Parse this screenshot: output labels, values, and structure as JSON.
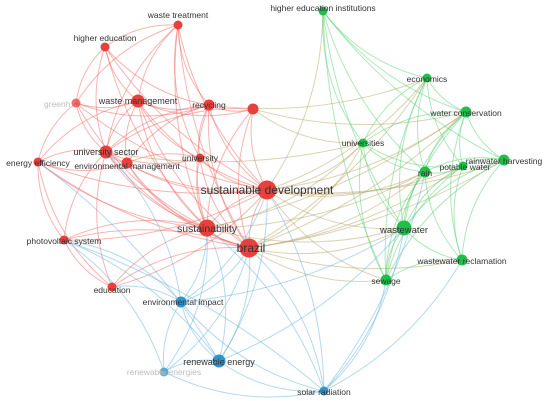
{
  "colors": {
    "red": "#e8403c",
    "green": "#1fbf4a",
    "blue": "#2d95d3",
    "red_link": "#ee6a66",
    "green_link": "#5cd174",
    "blue_link": "#6ab3e0",
    "mixed_link": "#b9a56a"
  },
  "nodes": [
    {
      "id": "waste_treatment",
      "label": "waste treatment",
      "cluster": "red",
      "weight": 1
    },
    {
      "id": "higher_education",
      "label": "higher education",
      "cluster": "red",
      "weight": 1
    },
    {
      "id": "greenhouse",
      "label": "greenh",
      "cluster": "red",
      "weight": 1,
      "faded": true
    },
    {
      "id": "waste_management",
      "label": "waste management",
      "cluster": "red",
      "weight": 3
    },
    {
      "id": "recycling",
      "label": "recycling",
      "cluster": "red",
      "weight": 2
    },
    {
      "id": "red_hub",
      "label": "",
      "cluster": "red",
      "weight": 2
    },
    {
      "id": "university_sector",
      "label": "university sector",
      "cluster": "red",
      "weight": 3
    },
    {
      "id": "university",
      "label": "university",
      "cluster": "red",
      "weight": 1
    },
    {
      "id": "energy_efficiency",
      "label": "energy efficiency",
      "cluster": "red",
      "weight": 1
    },
    {
      "id": "environmental_management",
      "label": "environmental management",
      "cluster": "red",
      "weight": 2
    },
    {
      "id": "sustainable_development",
      "label": "sustainable development",
      "cluster": "red",
      "weight": 6
    },
    {
      "id": "sustainability",
      "label": "sustainability",
      "cluster": "red",
      "weight": 5
    },
    {
      "id": "brazil",
      "label": "brazil",
      "cluster": "red",
      "weight": 6
    },
    {
      "id": "photovoltaic_system",
      "label": "photovoltaic system",
      "cluster": "red",
      "weight": 1
    },
    {
      "id": "education",
      "label": "education",
      "cluster": "red",
      "weight": 1
    },
    {
      "id": "higher_education_institutions",
      "label": "higher education institutions",
      "cluster": "green",
      "weight": 1
    },
    {
      "id": "economics",
      "label": "economics",
      "cluster": "green",
      "weight": 1
    },
    {
      "id": "water_conservation",
      "label": "water conservation",
      "cluster": "green",
      "weight": 2
    },
    {
      "id": "universities",
      "label": "universities",
      "cluster": "green",
      "weight": 1
    },
    {
      "id": "rainwater_harvesting",
      "label": "rainwater harvesting",
      "cluster": "green",
      "weight": 2
    },
    {
      "id": "rain",
      "label": "rain",
      "cluster": "green",
      "weight": 2
    },
    {
      "id": "potable_water",
      "label": "potable water",
      "cluster": "green",
      "weight": 1
    },
    {
      "id": "wastewater",
      "label": "wastewater",
      "cluster": "green",
      "weight": 4
    },
    {
      "id": "wastewater_reclamation",
      "label": "wastewater reclamation",
      "cluster": "green",
      "weight": 2
    },
    {
      "id": "sewage",
      "label": "sewage",
      "cluster": "green",
      "weight": 2
    },
    {
      "id": "environmental_impact",
      "label": "environmental impact",
      "cluster": "blue",
      "weight": 2
    },
    {
      "id": "renewable_energy",
      "label": "renewable energy",
      "cluster": "blue",
      "weight": 3
    },
    {
      "id": "renewable_energies",
      "label": "renewable energies",
      "cluster": "blue",
      "weight": 1,
      "faded": true
    },
    {
      "id": "solar_radiation",
      "label": "solar radiation",
      "cluster": "blue",
      "weight": 1
    }
  ],
  "links": [
    [
      "waste_treatment",
      "higher_education"
    ],
    [
      "waste_treatment",
      "waste_management"
    ],
    [
      "waste_treatment",
      "recycling"
    ],
    [
      "waste_treatment",
      "university_sector"
    ],
    [
      "waste_treatment",
      "sustainable_development"
    ],
    [
      "waste_treatment",
      "sustainability"
    ],
    [
      "waste_treatment",
      "brazil"
    ],
    [
      "waste_treatment",
      "greenhouse"
    ],
    [
      "waste_treatment",
      "university"
    ],
    [
      "higher_education",
      "waste_management"
    ],
    [
      "higher_education",
      "university_sector"
    ],
    [
      "higher_education",
      "sustainability"
    ],
    [
      "higher_education",
      "sustainable_development"
    ],
    [
      "higher_education",
      "recycling"
    ],
    [
      "higher_education",
      "greenhouse"
    ],
    [
      "greenhouse",
      "waste_management"
    ],
    [
      "greenhouse",
      "university_sector"
    ],
    [
      "greenhouse",
      "sustainability"
    ],
    [
      "greenhouse",
      "sustainable_development"
    ],
    [
      "greenhouse",
      "energy_efficiency"
    ],
    [
      "greenhouse",
      "recycling"
    ],
    [
      "waste_management",
      "recycling"
    ],
    [
      "waste_management",
      "university_sector"
    ],
    [
      "waste_management",
      "university"
    ],
    [
      "waste_management",
      "sustainability"
    ],
    [
      "waste_management",
      "sustainable_development"
    ],
    [
      "waste_management",
      "brazil"
    ],
    [
      "waste_management",
      "environmental_management"
    ],
    [
      "waste_management",
      "red_hub"
    ],
    [
      "waste_management",
      "energy_efficiency"
    ],
    [
      "recycling",
      "red_hub"
    ],
    [
      "recycling",
      "university"
    ],
    [
      "recycling",
      "university_sector"
    ],
    [
      "recycling",
      "sustainable_development"
    ],
    [
      "recycling",
      "sustainability"
    ],
    [
      "recycling",
      "brazil"
    ],
    [
      "recycling",
      "environmental_management"
    ],
    [
      "red_hub",
      "sustainable_development"
    ],
    [
      "red_hub",
      "university_sector"
    ],
    [
      "red_hub",
      "brazil"
    ],
    [
      "red_hub",
      "sustainability"
    ],
    [
      "university_sector",
      "university"
    ],
    [
      "university_sector",
      "energy_efficiency"
    ],
    [
      "university_sector",
      "environmental_management"
    ],
    [
      "university_sector",
      "sustainability"
    ],
    [
      "university_sector",
      "sustainable_development"
    ],
    [
      "university_sector",
      "brazil"
    ],
    [
      "university_sector",
      "photovoltaic_system"
    ],
    [
      "university_sector",
      "education"
    ],
    [
      "university",
      "sustainable_development"
    ],
    [
      "university",
      "sustainability"
    ],
    [
      "university",
      "brazil"
    ],
    [
      "university",
      "environmental_management"
    ],
    [
      "energy_efficiency",
      "environmental_management"
    ],
    [
      "energy_efficiency",
      "sustainability"
    ],
    [
      "energy_efficiency",
      "photovoltaic_system"
    ],
    [
      "energy_efficiency",
      "brazil"
    ],
    [
      "energy_efficiency",
      "education"
    ],
    [
      "energy_efficiency",
      "sustainable_development"
    ],
    [
      "environmental_management",
      "sustainable_development"
    ],
    [
      "environmental_management",
      "sustainability"
    ],
    [
      "environmental_management",
      "brazil"
    ],
    [
      "sustainable_development",
      "sustainability"
    ],
    [
      "sustainable_development",
      "brazil"
    ],
    [
      "sustainability",
      "brazil"
    ],
    [
      "sustainability",
      "photovoltaic_system"
    ],
    [
      "sustainability",
      "education"
    ],
    [
      "brazil",
      "education"
    ],
    [
      "brazil",
      "photovoltaic_system"
    ],
    [
      "photovoltaic_system",
      "education"
    ],
    [
      "photovoltaic_system",
      "sustainable_development"
    ],
    [
      "education",
      "sustainable_development"
    ],
    [
      "sustainable_development",
      "higher_education_institutions"
    ],
    [
      "sustainable_development",
      "economics"
    ],
    [
      "sustainable_development",
      "water_conservation"
    ],
    [
      "sustainable_development",
      "universities"
    ],
    [
      "sustainable_development",
      "rain"
    ],
    [
      "sustainable_development",
      "wastewater"
    ],
    [
      "sustainable_development",
      "potable_water"
    ],
    [
      "sustainable_development",
      "sewage"
    ],
    [
      "sustainable_development",
      "rainwater_harvesting"
    ],
    [
      "brazil",
      "wastewater"
    ],
    [
      "brazil",
      "rain"
    ],
    [
      "brazil",
      "water_conservation"
    ],
    [
      "brazil",
      "sewage"
    ],
    [
      "brazil",
      "wastewater_reclamation"
    ],
    [
      "brazil",
      "universities"
    ],
    [
      "brazil",
      "potable_water"
    ],
    [
      "brazil",
      "economics"
    ],
    [
      "brazil",
      "rainwater_harvesting"
    ],
    [
      "sustainability",
      "wastewater"
    ],
    [
      "sustainability",
      "universities"
    ],
    [
      "sustainability",
      "rain"
    ],
    [
      "sustainability",
      "water_conservation"
    ],
    [
      "university_sector",
      "universities"
    ],
    [
      "recycling",
      "economics"
    ],
    [
      "red_hub",
      "water_conservation"
    ],
    [
      "red_hub",
      "universities"
    ],
    [
      "higher_education_institutions",
      "economics"
    ],
    [
      "higher_education_institutions",
      "water_conservation"
    ],
    [
      "higher_education_institutions",
      "universities"
    ],
    [
      "higher_education_institutions",
      "rain"
    ],
    [
      "higher_education_institutions",
      "wastewater"
    ],
    [
      "higher_education_institutions",
      "sewage"
    ],
    [
      "higher_education_institutions",
      "rainwater_harvesting"
    ],
    [
      "economics",
      "water_conservation"
    ],
    [
      "economics",
      "rain"
    ],
    [
      "economics",
      "wastewater"
    ],
    [
      "economics",
      "universities"
    ],
    [
      "economics",
      "potable_water"
    ],
    [
      "economics",
      "sewage"
    ],
    [
      "water_conservation",
      "rainwater_harvesting"
    ],
    [
      "water_conservation",
      "rain"
    ],
    [
      "water_conservation",
      "potable_water"
    ],
    [
      "water_conservation",
      "wastewater"
    ],
    [
      "water_conservation",
      "universities"
    ],
    [
      "water_conservation",
      "wastewater_reclamation"
    ],
    [
      "water_conservation",
      "sewage"
    ],
    [
      "universities",
      "rain"
    ],
    [
      "universities",
      "wastewater"
    ],
    [
      "universities",
      "potable_water"
    ],
    [
      "universities",
      "sewage"
    ],
    [
      "rainwater_harvesting",
      "rain"
    ],
    [
      "rainwater_harvesting",
      "potable_water"
    ],
    [
      "rainwater_harvesting",
      "wastewater"
    ],
    [
      "rainwater_harvesting",
      "wastewater_reclamation"
    ],
    [
      "rainwater_harvesting",
      "sewage"
    ],
    [
      "rain",
      "potable_water"
    ],
    [
      "rain",
      "wastewater"
    ],
    [
      "rain",
      "wastewater_reclamation"
    ],
    [
      "rain",
      "sewage"
    ],
    [
      "potable_water",
      "wastewater"
    ],
    [
      "potable_water",
      "wastewater_reclamation"
    ],
    [
      "potable_water",
      "sewage"
    ],
    [
      "wastewater",
      "wastewater_reclamation"
    ],
    [
      "wastewater",
      "sewage"
    ],
    [
      "wastewater_reclamation",
      "sewage"
    ],
    [
      "environmental_impact",
      "renewable_energy"
    ],
    [
      "environmental_impact",
      "renewable_energies"
    ],
    [
      "environmental_impact",
      "solar_radiation"
    ],
    [
      "environmental_impact",
      "sustainability"
    ],
    [
      "environmental_impact",
      "brazil"
    ],
    [
      "environmental_impact",
      "sustainable_development"
    ],
    [
      "environmental_impact",
      "education"
    ],
    [
      "environmental_impact",
      "photovoltaic_system"
    ],
    [
      "environmental_impact",
      "wastewater"
    ],
    [
      "environmental_impact",
      "university_sector"
    ],
    [
      "renewable_energy",
      "renewable_energies"
    ],
    [
      "renewable_energy",
      "solar_radiation"
    ],
    [
      "renewable_energy",
      "sustainability"
    ],
    [
      "renewable_energy",
      "brazil"
    ],
    [
      "renewable_energy",
      "sustainable_development"
    ],
    [
      "renewable_energy",
      "photovoltaic_system"
    ],
    [
      "renewable_energy",
      "wastewater"
    ],
    [
      "renewable_energy",
      "energy_efficiency"
    ],
    [
      "renewable_energies",
      "solar_radiation"
    ],
    [
      "renewable_energies",
      "sustainability"
    ],
    [
      "renewable_energies",
      "brazil"
    ],
    [
      "renewable_energies",
      "photovoltaic_system"
    ],
    [
      "solar_radiation",
      "brazil"
    ],
    [
      "solar_radiation",
      "sustainability"
    ],
    [
      "solar_radiation",
      "sustainable_development"
    ],
    [
      "solar_radiation",
      "photovoltaic_system"
    ],
    [
      "solar_radiation",
      "wastewater"
    ],
    [
      "solar_radiation",
      "rain"
    ],
    [
      "solar_radiation",
      "wastewater_reclamation"
    ],
    [
      "solar_radiation",
      "sewage"
    ]
  ]
}
